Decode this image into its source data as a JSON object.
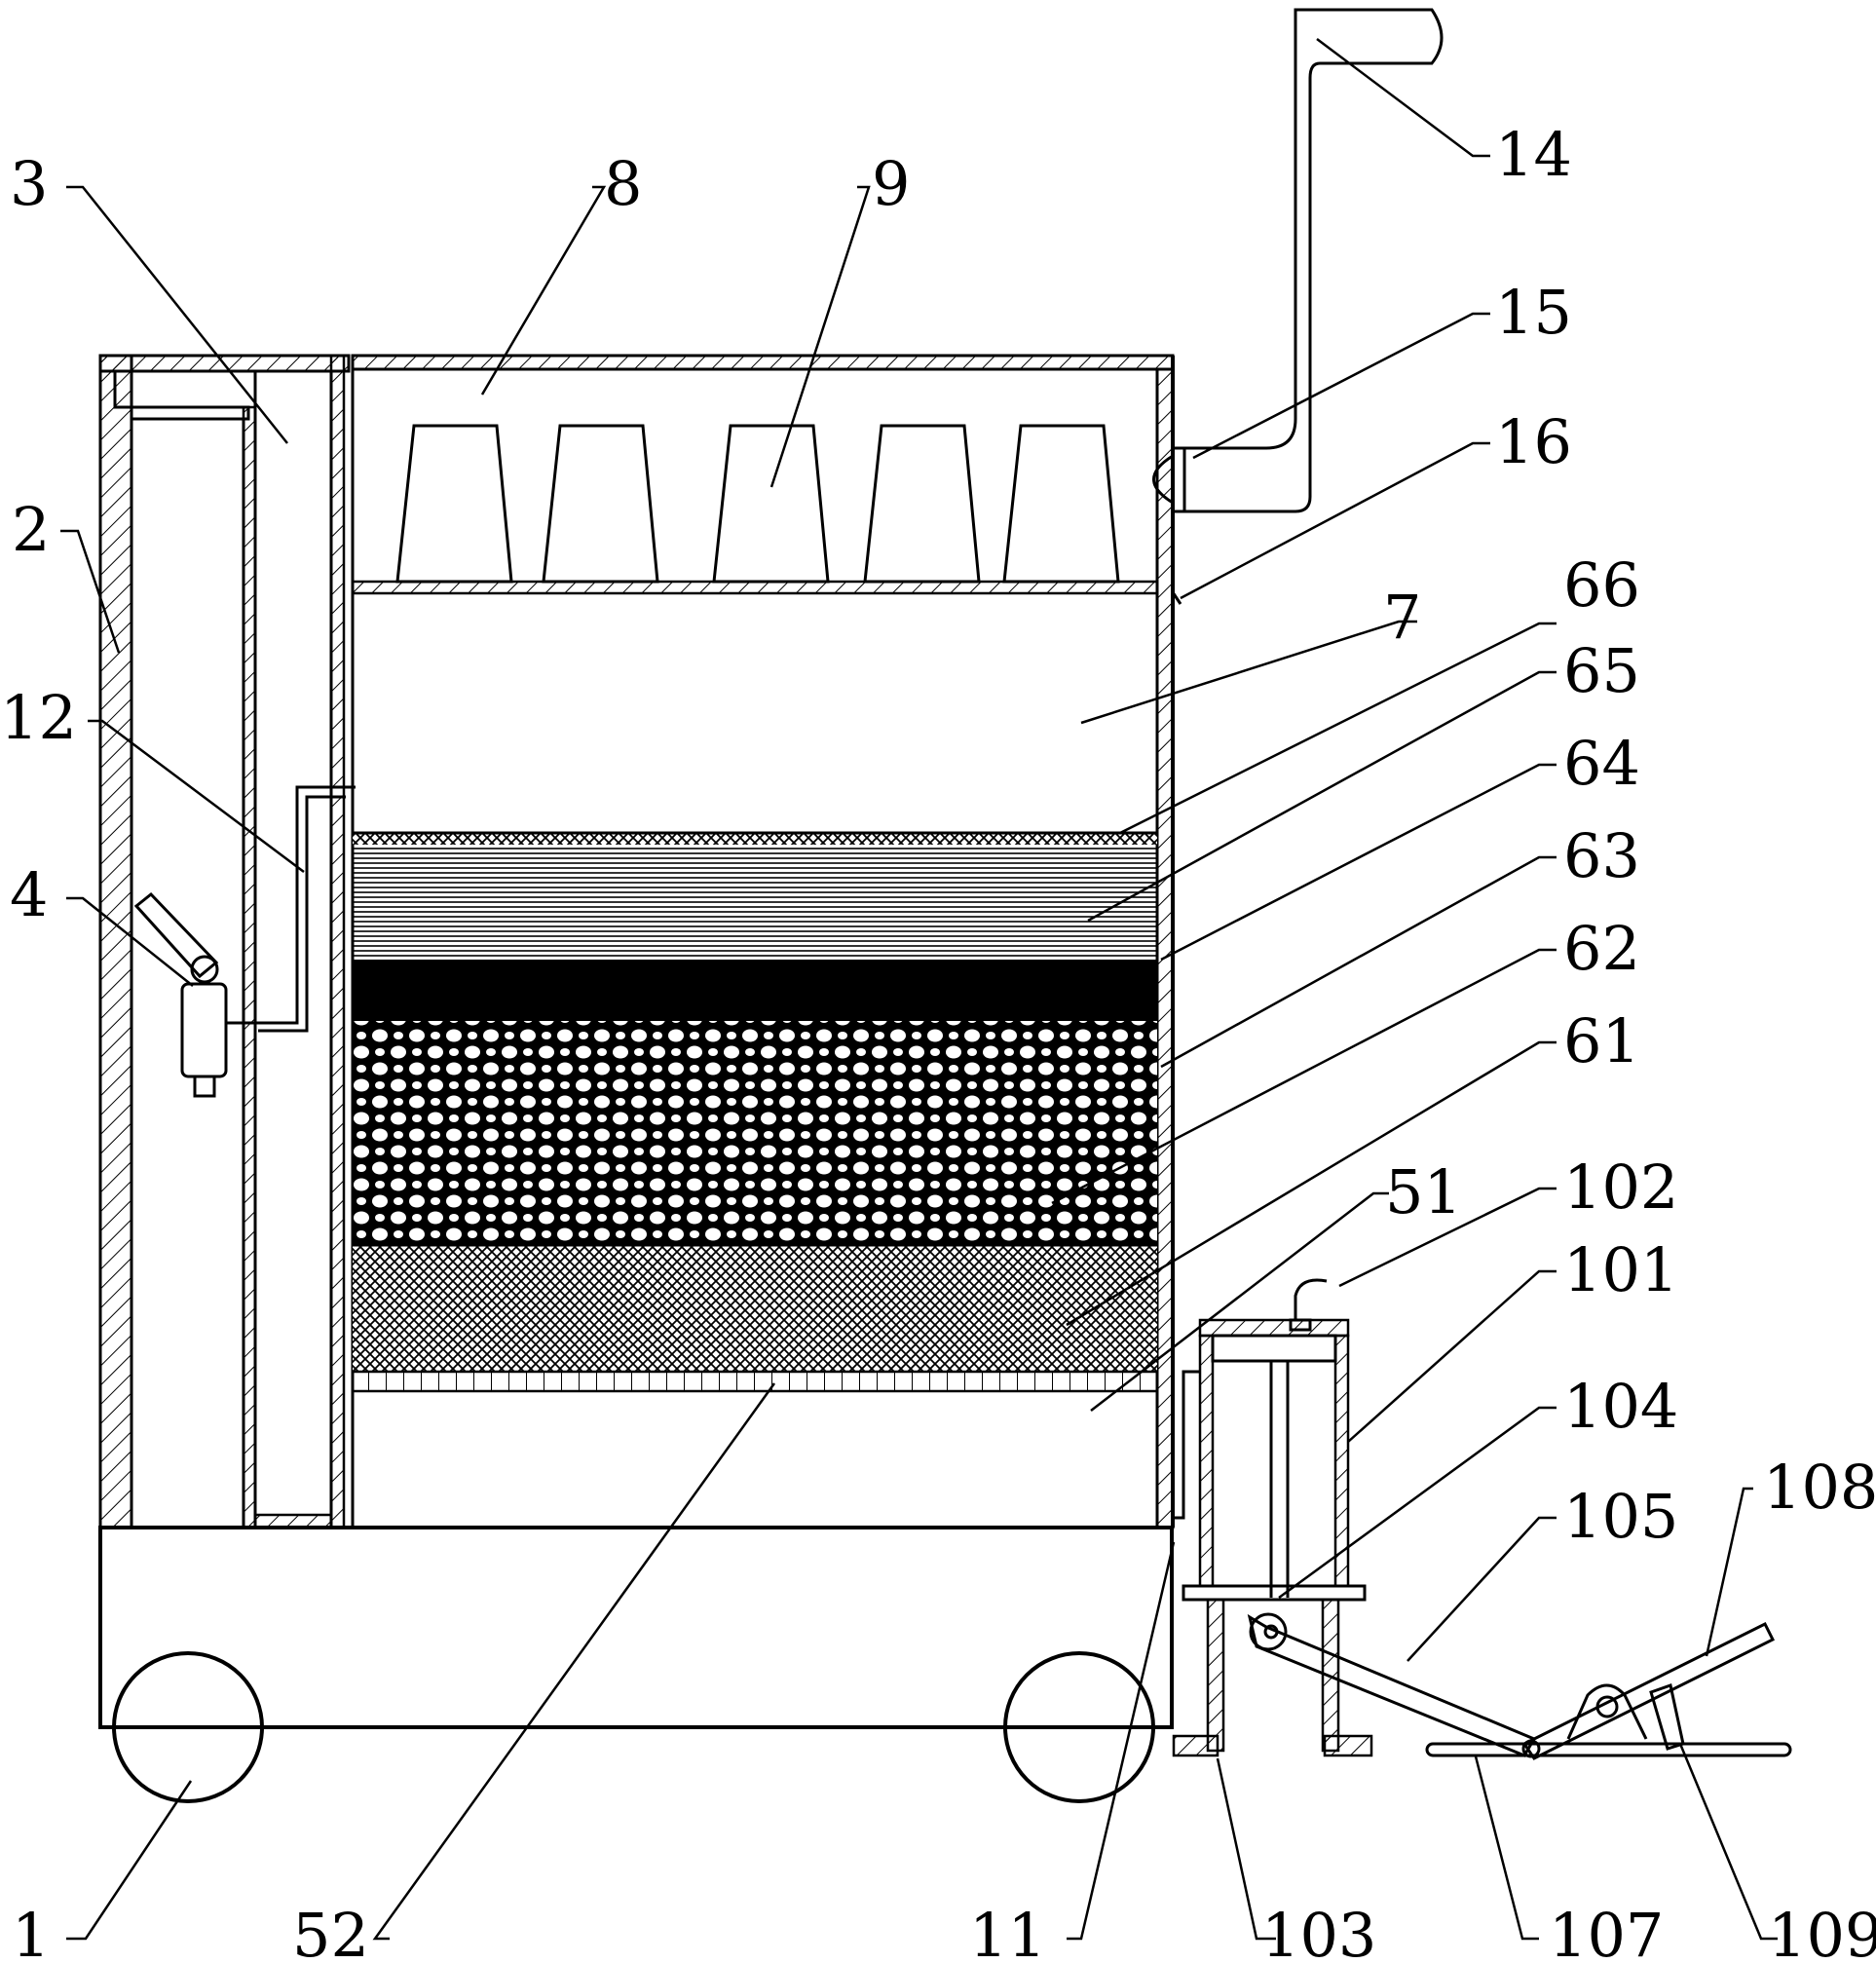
{
  "labels": {
    "l1": "1",
    "l2": "2",
    "l3": "3",
    "l4": "4",
    "l7": "7",
    "l8": "8",
    "l9": "9",
    "l11": "11",
    "l12": "12",
    "l14": "14",
    "l15": "15",
    "l16": "16",
    "l51": "51",
    "l52": "52",
    "l61": "61",
    "l62": "62",
    "l63": "63",
    "l64": "64",
    "l65": "65",
    "l66": "66",
    "l101": "101",
    "l102": "102",
    "l103": "103",
    "l104": "104",
    "l105": "105",
    "l107": "107",
    "l108": "108",
    "l109": "109"
  }
}
